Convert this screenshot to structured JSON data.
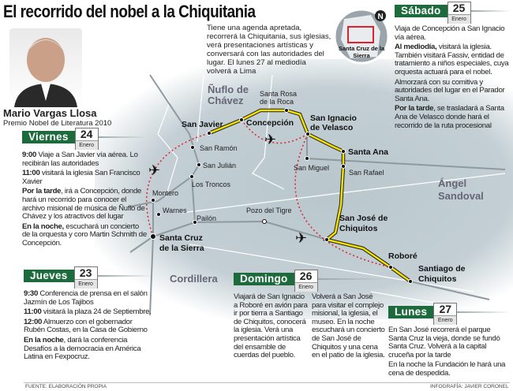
{
  "title": "El recorrido del nobel a la Chiquitania",
  "intro": "Tiene una agenda apretada, recorrerá la Chiquitania, sus iglesias, verá presentaciones artísticas y conversará con las autoridades del lugar. El lunes 27 al mediodía volverá a Lima",
  "person": {
    "name": "Mario Vargas Llosa",
    "subtitle": "Premio Nobel de Literatura 2010"
  },
  "colors": {
    "green": "#1d6b3c",
    "route": "#f2e000",
    "flight": "#e0202a",
    "map": "#c3cfd4"
  },
  "locator": {
    "label": "Santa Cruz de la Sierra",
    "north": "N"
  },
  "map": {
    "provinces": [
      "Ñuflo de",
      "Chávez",
      "Ángel",
      "Sandoval",
      "Cordillera"
    ],
    "places": [
      "San Javier",
      "Concepción",
      "Santa Rosa",
      "de la Roca",
      "San Ignacio",
      "de Velasco",
      "Santa Ana",
      "San Rafael",
      "San Miguel",
      "San Ramón",
      "San Julián",
      "Los Troncos",
      "Montero",
      "Warnes",
      "Pailón",
      "Pozo del Tigre",
      "San José de",
      "Chiquitos",
      "Santa Cruz",
      "de la Sierra",
      "Roboré",
      "Santiago de",
      "Chiquitos"
    ]
  },
  "days": {
    "viernes": {
      "name": "Viernes",
      "num": "24",
      "month": "Enero",
      "items": [
        [
          "9:00",
          " Viaje a San Javier vía aérea. Lo recibirán las autoridades"
        ],
        [
          "11:00",
          " visitará la iglesia San Francisco Xavier"
        ],
        [
          "Por la tarde",
          ", irá a Concepción, donde hará un recorrido para conocer el archivo misional de música de Ñuflo de Chávez y los atractivos del lugar"
        ],
        [
          "En la noche,",
          " escuchará un concierto de la orquesta y coro Martin Schmith de Concepción."
        ]
      ]
    },
    "jueves": {
      "name": "Jueves",
      "num": "23",
      "month": "Enero",
      "items": [
        [
          "9:30",
          " Conferencia de prensa en el salón Jazmín de Los Tajibos"
        ],
        [
          "11:00",
          " visitará la plaza 24 de Septiembre."
        ],
        [
          "12:00",
          " Almuerzo con el gobernador Rubén Costas, en la Casa de Gobierno"
        ],
        [
          "En la noche",
          ", dará la conferencia Desafíos a la democracia en América Latina en Fexpocruz."
        ]
      ]
    },
    "sabado": {
      "name": "Sábado",
      "num": "25",
      "month": "Enero",
      "items": [
        [
          "",
          "Viaja de Concepción a San Ignacio vía aérea."
        ],
        [
          "Al mediodía,",
          " visitará la iglesia. También visitará Fassiv, entidad de tratamiento a niños especiales, cuya orquesta actuará para el nobel."
        ],
        [
          "",
          "Almorzará con su comitiva y autoridades del lugar en el Parador Santa Ana."
        ],
        [
          "Por la tarde",
          ", se trasladará a Santa Ana de Velasco donde hará el recorrido de la ruta procesional"
        ]
      ]
    },
    "domingo": {
      "name": "Domingo",
      "num": "26",
      "month": "Enero",
      "col1": "Viajará de San Ignacio a Roboré en avión para ir por tierra a Santiago de Chiquitos, conocerá la iglesia. Verá una presentación artística del ensamble de cuerdas del pueblo.",
      "col2": "Volverá a San José para visitar el complejo misional, la iglesia, el museo. En la noche escuchará un concierto de San José de Chiquitos y una cena en el patio de la iglesia."
    },
    "lunes": {
      "name": "Lunes",
      "num": "27",
      "month": "Enero",
      "p1": "En San José recorrerá el parque Santa Cruz la vieja, donde se fundó Santa Cruz. Volverá a la capital cruceña por la tarde",
      "p2": "En la noche la Fundación le hará una cena de despedida."
    }
  },
  "footer": {
    "source": "FUENTE: ELABORACIÓN PROPIA",
    "credit": "INFOGRAFÍA: JAVIER CORONEL"
  }
}
